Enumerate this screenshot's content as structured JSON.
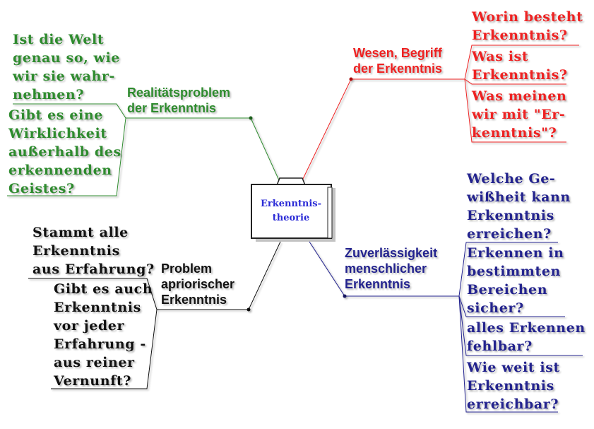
{
  "colors": {
    "green": "#2e8b2e",
    "red": "#ee2222",
    "blue": "#23238e",
    "black": "#111111",
    "center_text": "#2b2bd6"
  },
  "center": {
    "label": "Erkenntnis-\ntheorie",
    "icon": "folder-icon"
  },
  "branches": {
    "wesen": {
      "title": "Wesen, Begriff\nder Erkenntnis",
      "questions": [
        "Worin besteht\nErkenntnis?",
        "Was ist\nErkenntnis?",
        "Was meinen\nwir mit \"Er-\nkenntnis\"?"
      ]
    },
    "realitaet": {
      "title": "Realitätsproblem\nder Erkenntnis",
      "questions": [
        "Ist die Welt\ngenau so, wie\nwir sie wahr-\nnehmen?",
        "Gibt es eine\nWirklichkeit\naußerhalb des\nerkennenden\nGeistes?"
      ]
    },
    "zuverlaessigkeit": {
      "title": "Zuverlässigkeit\nmenschlicher\nErkenntnis",
      "questions": [
        "Welche Ge-\nwißheit kann\nErkenntnis\nerreichen?",
        "Erkennen in\nbestimmten\nBereichen\nsicher?",
        "alles Erkennen\nfehlbar?",
        "Wie weit ist\nErkenntnis\nerreichbar?"
      ]
    },
    "apriori": {
      "title": "Problem\napriorischer\nErkenntnis",
      "questions": [
        "Stammt alle\nErkenntnis\naus Erfahrung?",
        "Gibt es auch\nErkenntnis\nvor jeder\nErfahrung -\naus reiner\nVernunft?"
      ]
    }
  }
}
